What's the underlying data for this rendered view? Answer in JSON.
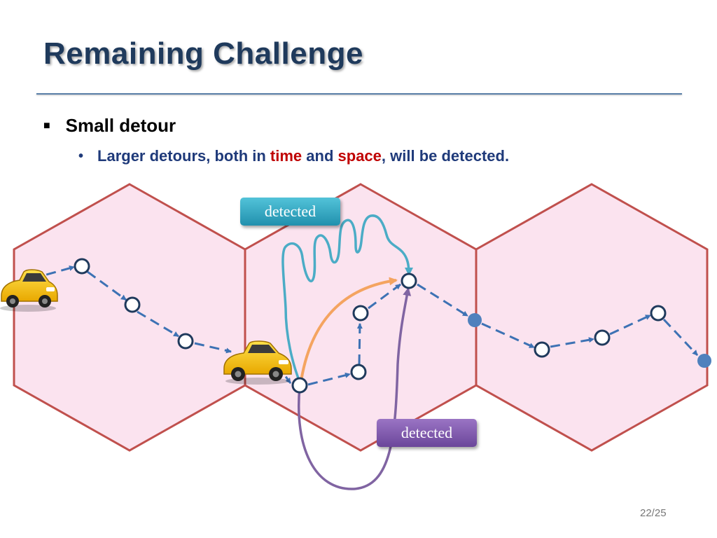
{
  "slide": {
    "title": "Remaining Challenge",
    "bullet_level1": "Small detour",
    "bullet_level2": {
      "part1": "Larger detours, both in ",
      "time": "time",
      "part2": " and ",
      "space": "space",
      "part3": ", will be detected."
    },
    "badge_top": "detected",
    "badge_bottom": "detected",
    "page_number": "22/25"
  },
  "colors": {
    "title": "#1f3a5c",
    "hex_fill": "#fbe3ef",
    "hex_stroke": "#c0504d",
    "path_dash": "#3d72b4",
    "orange_arrow": "#f4a460",
    "teal_scribble": "#4bacc6",
    "purple_loop": "#8064a2",
    "highlight_red": "#c00000"
  },
  "icons": {
    "car": "yellow-taxi-car-icon",
    "bullet1": "square-bullet",
    "bullet2": "round-bullet"
  }
}
